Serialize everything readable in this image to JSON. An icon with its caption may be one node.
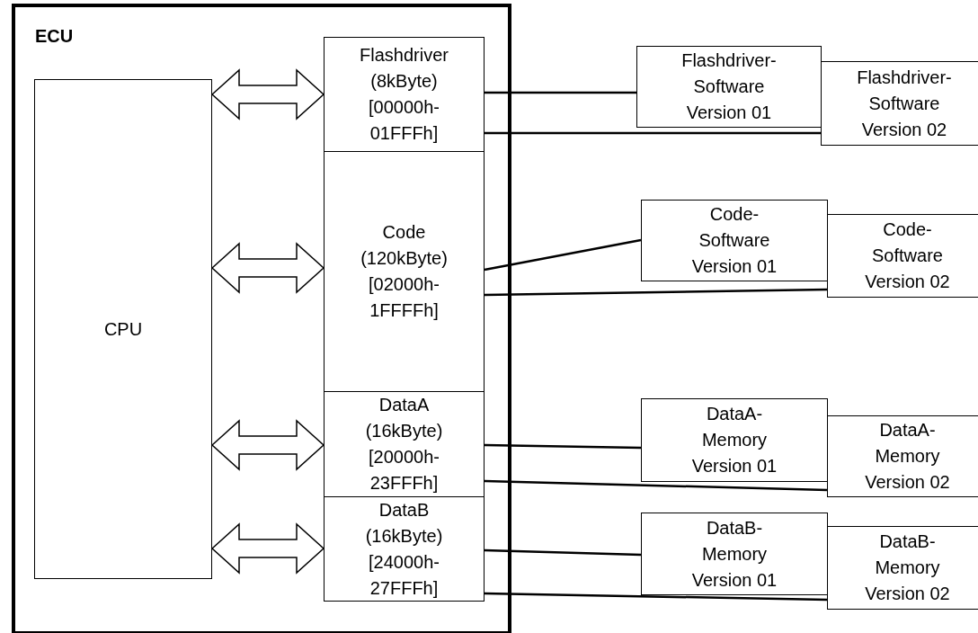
{
  "diagram": {
    "nodes": [
      {
        "text": [
          "ECU"
        ]
      },
      {
        "text": [
          "CPU"
        ],
        "in": 0
      },
      {
        "text": [
          "Flashdriver (8kByte) [00000h- 01FFFh]"
        ],
        "in": 0
      },
      {
        "text": [
          "Code (120kByte) [02000h- 1FFFFh]"
        ],
        "in": 0
      },
      {
        "text": [
          "DataA (16kByte) [20000h- 23FFFh]"
        ],
        "in": 0
      },
      {
        "text": [
          "DataB (16kByte) [24000h- 27FFFh]"
        ],
        "in": 0
      },
      {
        "text": [
          "Flashdriver- Software Version 01"
        ]
      },
      {
        "text": [
          "Flashdriver- Software Version 02"
        ]
      },
      {
        "text": [
          "Code- Software Version 01"
        ]
      },
      {
        "text": [
          "Code- Software Version 02"
        ]
      },
      {
        "text": [
          "DataA- Memory Version 01"
        ]
      },
      {
        "text": [
          "DataA- Memory Version 02"
        ]
      },
      {
        "text": [
          "DataB- Memory Version 01"
        ]
      },
      {
        "text": [
          "DataB- Memory Version 02"
        ]
      }
    ],
    "edges": [
      {
        "from": 1,
        "to": 2,
        "arrow": "both",
        "style": "thick"
      },
      {
        "from": 1,
        "to": 3,
        "arrow": "both",
        "style": "thick"
      },
      {
        "from": 1,
        "to": 4,
        "arrow": "both",
        "style": "thick"
      },
      {
        "from": 1,
        "to": 5,
        "arrow": "both",
        "style": "thick"
      },
      {
        "from": 2,
        "to": 6,
        "arrow": "none"
      },
      {
        "from": 2,
        "to": 7,
        "arrow": "none"
      },
      {
        "from": 3,
        "to": 8,
        "arrow": "none"
      },
      {
        "from": 3,
        "to": 9,
        "arrow": "none"
      },
      {
        "from": 4,
        "to": 10,
        "arrow": "none"
      },
      {
        "from": 4,
        "to": 11,
        "arrow": "none"
      },
      {
        "from": 5,
        "to": 12,
        "arrow": "none"
      },
      {
        "from": 5,
        "to": 13,
        "arrow": "none"
      }
    ]
  }
}
